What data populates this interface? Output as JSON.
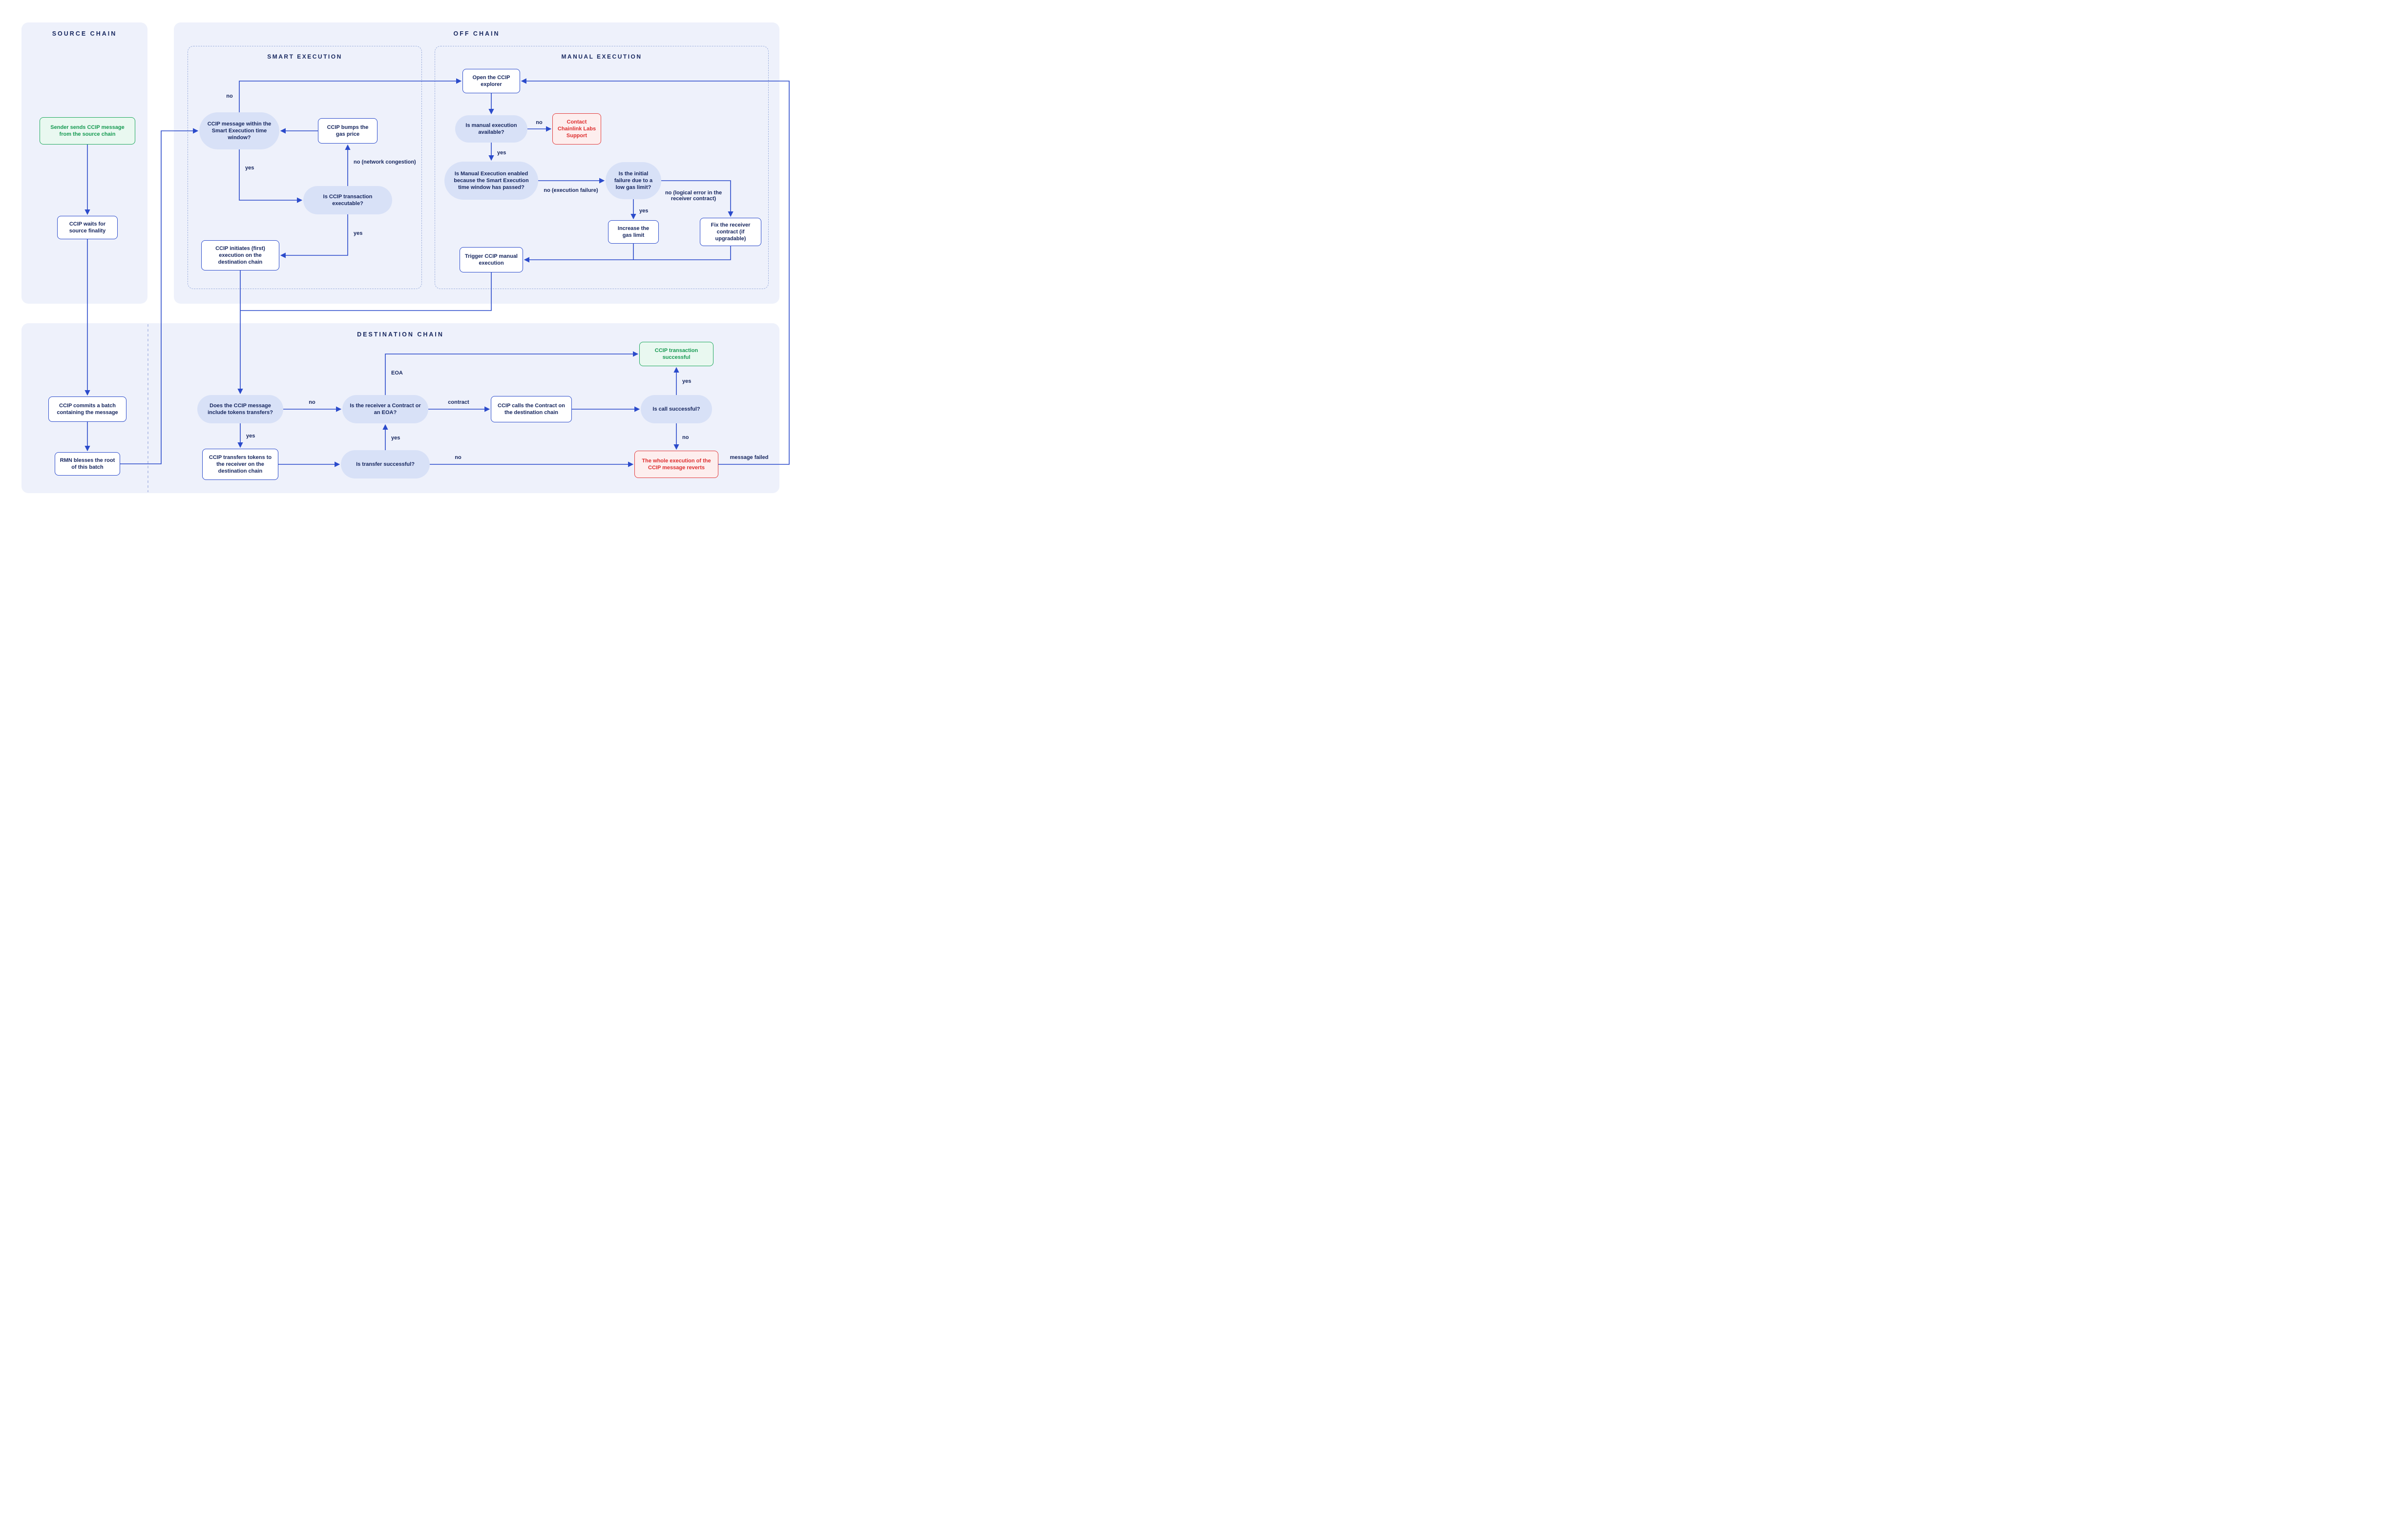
{
  "panels": {
    "source": {
      "title": "SOURCE CHAIN"
    },
    "offchain": {
      "title": "OFF CHAIN"
    },
    "smart": {
      "title": "SMART EXECUTION"
    },
    "manual": {
      "title": "MANUAL EXECUTION"
    },
    "destination": {
      "title": "DESTINATION CHAIN"
    }
  },
  "nodes": {
    "sender": {
      "label": "Sender sends CCIP message from the source chain"
    },
    "waits": {
      "label": "CCIP waits for source finality"
    },
    "commits": {
      "label": "CCIP commits a batch containing the message"
    },
    "rmn": {
      "label": "RMN blesses the root of this batch"
    },
    "window_q": {
      "label": "CCIP message within the Smart Execution time window?"
    },
    "bumps": {
      "label": "CCIP bumps the gas price"
    },
    "executable_q": {
      "label": "Is CCIP transaction executable?"
    },
    "initiates": {
      "label": "CCIP initiates (first) execution on the destination chain"
    },
    "explorer": {
      "label": "Open the CCIP explorer"
    },
    "manual_avail_q": {
      "label": "Is manual execution available?"
    },
    "contact": {
      "label": "Contact Chainlink Labs Support"
    },
    "manual_enabled_q": {
      "label": "Is Manual Execution enabled because the Smart Execution time window has passed?"
    },
    "lowgas_q": {
      "label": "Is the initial failure due to a low gas limit?"
    },
    "increase": {
      "label": "Increase the gas limit"
    },
    "fix": {
      "label": "Fix the receiver contract (if upgradable)"
    },
    "trigger": {
      "label": "Trigger CCIP manual execution"
    },
    "tokens_q": {
      "label": "Does the CCIP message include tokens transfers?"
    },
    "receiver_q": {
      "label": "Is the receiver a Contract or an EOA?"
    },
    "transfers": {
      "label": "CCIP transfers tokens to the receiver on the destination chain"
    },
    "transfer_ok_q": {
      "label": "Is transfer successful?"
    },
    "reverts": {
      "label": "The whole execution of the CCIP message reverts"
    },
    "success": {
      "label": "CCIP transaction successful"
    },
    "calls": {
      "label": "CCIP calls the Contract on the destination chain"
    },
    "call_ok_q": {
      "label": "Is call successful?"
    }
  },
  "edges": {
    "window_no": "no",
    "window_yes": "yes",
    "network_congestion": "no (network congestion)",
    "executable_yes": "yes",
    "manual_available_no": "no",
    "manual_available_yes": "yes",
    "execution_failure": "no (execution failure)",
    "low_gas_yes": "yes",
    "logical_error": "no (logical error in the receiver contract)",
    "eoa": "EOA",
    "tokens_no": "no",
    "tokens_yes": "yes",
    "transfer_yes": "yes",
    "transfer_no": "no",
    "contract": "contract",
    "call_yes": "yes",
    "call_no": "no",
    "message_failed": "message failed"
  },
  "colors": {
    "panel_bg": "#eef1fb",
    "line_blue": "#2b4bcb",
    "decision_fill": "#d8e1f7",
    "text_navy": "#16265e",
    "success_green": "#21a95f",
    "error_red": "#e23d3d"
  }
}
